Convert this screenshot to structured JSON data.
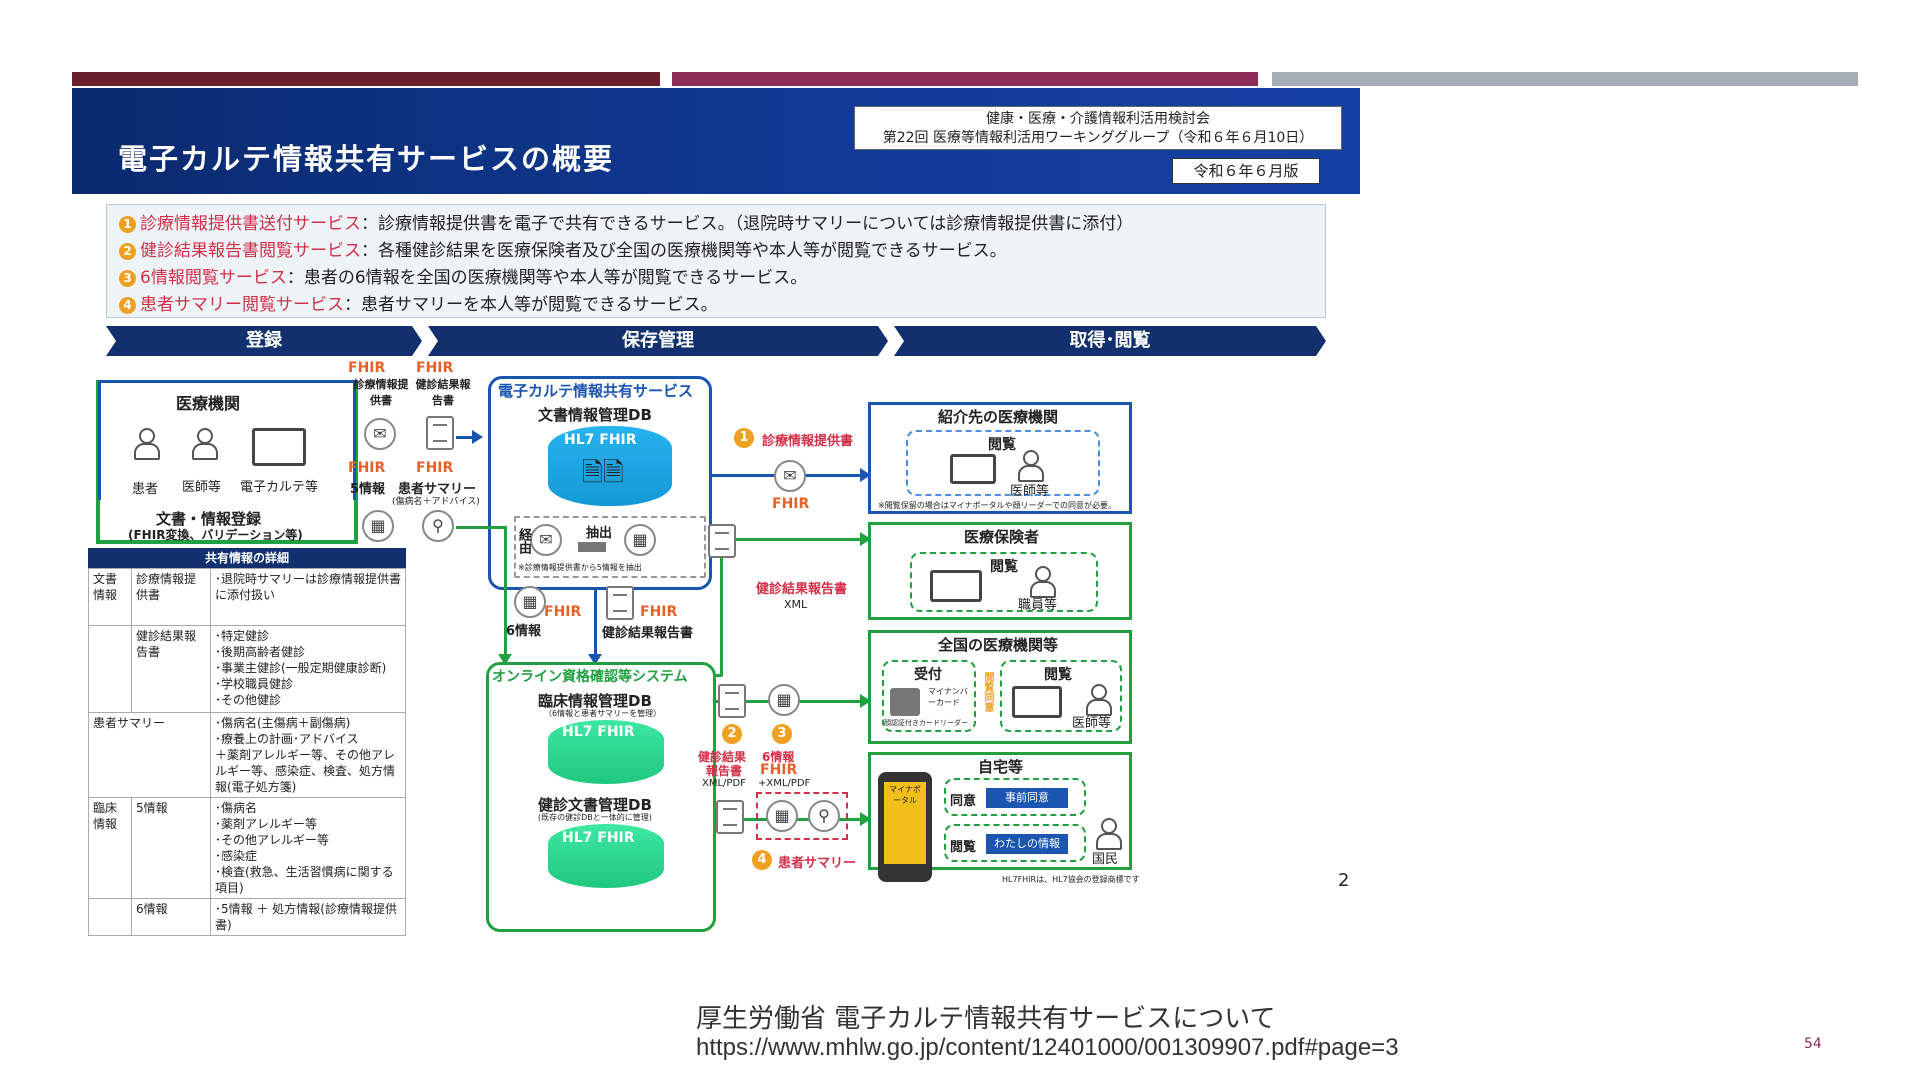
{
  "header": {
    "title": "電子カルテ情報共有サービスの概要",
    "meeting_line1": "健康・医療・介護情報利活用検討会",
    "meeting_line2": "第22回 医療等情報利活用ワーキンググループ（令和６年６月10日）",
    "edition": "令和６年６月版"
  },
  "summary": [
    {
      "num": "1",
      "name": "診療情報提供書送付サービス",
      "desc": "：診療情報提供書を電子で共有できるサービス。（退院時サマリーについては診療情報提供書に添付）"
    },
    {
      "num": "2",
      "name": "健診結果報告書閲覧サービス",
      "desc": "：各種健診結果を医療保険者及び全国の医療機関等や本人等が閲覧できるサービス。"
    },
    {
      "num": "3",
      "name": "6情報閲覧サービス",
      "desc": "：患者の6情報を全国の医療機関等や本人等が閲覧できるサービス。"
    },
    {
      "num": "4",
      "name": "患者サマリー閲覧サービス",
      "desc": "：患者サマリーを本人等が閲覧できるサービス。"
    }
  ],
  "phases": [
    "登録",
    "保存管理",
    "取得･閲覧"
  ],
  "registration": {
    "title": "医療機関",
    "patient": "患者",
    "doctor": "医師等",
    "ehr": "電子カルテ等",
    "bottom1": "文書・情報登録",
    "bottom2": "(FHIR変換、バリデーション等)",
    "fhir": "FHIR",
    "doc1": "診療情報提供書",
    "doc2": "健診結果報告書",
    "doc3": "5情報",
    "doc4": "患者サマリー",
    "doc4_sub": "(傷病名＋アドバイス)"
  },
  "storage": {
    "ehrs_title": "電子カルテ情報共有サービス",
    "docdb": "文書情報管理DB",
    "hl7fhir": "HL7 FHIR",
    "extract": "抽出",
    "extract_note": "※診療情報提供書から5情報を抽出",
    "via": "経由",
    "six": "6情報",
    "checkup": "健診結果報告書",
    "online_title": "オンライン資格確認等システム",
    "clinicaldb": "臨床情報管理DB",
    "clinicaldb_sub": "（6情報と患者サマリーを管理）",
    "checkupdb": "健診文書管理DB",
    "checkupdb_sub": "(既存の健診DBと一体的に管理)"
  },
  "flows": {
    "f1": "診療情報提供書",
    "f2": "健診結果報告書",
    "xml": "XML",
    "f2b_l1": "健診結果",
    "f2b_l2": "報告書",
    "f2b_fmt": "XML/PDF",
    "f3": "6情報",
    "f3_fmt": "+XML/PDF",
    "f4": "患者サマリー",
    "n1": "1",
    "n2": "2",
    "n3": "3",
    "n4": "4"
  },
  "destinations": {
    "referral_title": "紹介先の医療機関",
    "browse": "閲覧",
    "doctor": "医師等",
    "referral_note": "※閲覧保留の場合はマイナポータルや顔リーダーでの同意が必要。",
    "insurer_title": "医療保険者",
    "staff": "職員等",
    "national_title": "全国の医療機関等",
    "reception": "受付",
    "mynumber": "マイナンバーカード",
    "reader": "顔認証付きカードリーダー",
    "consent_col": "閲覧同意",
    "home_title": "自宅等",
    "portal": "マイナポータル",
    "agree": "同意",
    "agree_btn": "事前同意",
    "browse_btn": "わたしの情報",
    "citizen": "国民",
    "footnote": "HL7FHIRは、HL7協会の登録商標です"
  },
  "details": {
    "title": "共有情報の詳細",
    "rows": [
      {
        "c1": "文書情報",
        "c2": "診療情報提供書",
        "c3": "･退院時サマリーは診療情報提供書に添付扱い"
      },
      {
        "c1": "",
        "c2": "健診結果報告書",
        "c3": "･特定健診\n･後期高齢者健診\n･事業主健診(一般定期健康診断)\n･学校職員健診\n･その他健診"
      },
      {
        "c1": "患者サマリー",
        "c2": "",
        "c3": "･傷病名(主傷病＋副傷病)\n･療養上の計画･アドバイス\n＋薬剤アレルギー等、その他アレルギー等、感染症、検査、処方情報(電子処方箋)"
      },
      {
        "c1": "臨床情報",
        "c2": "5情報",
        "c3": "･傷病名\n･薬剤アレルギー等\n･その他アレルギー等\n･感染症\n･検査(救急、生活習慣病に関する項目)"
      },
      {
        "c1": "",
        "c2": "6情報",
        "c3": "･5情報 ＋ 処方情報(診療情報提供書)"
      }
    ]
  },
  "slide_number": "2",
  "caption": "厚生労働省 電子カルテ情報共有サービスについて",
  "url": "https://www.mhlw.go.jp/content/12401000/001309907.pdf#page=3",
  "page_number": "54",
  "colors": {
    "bar1": "#6a1f2e",
    "bar2": "#8e2c5a",
    "bar3": "#a6acb4",
    "blue": "#1a55b0",
    "green": "#20a040",
    "accent": "#d03048"
  }
}
